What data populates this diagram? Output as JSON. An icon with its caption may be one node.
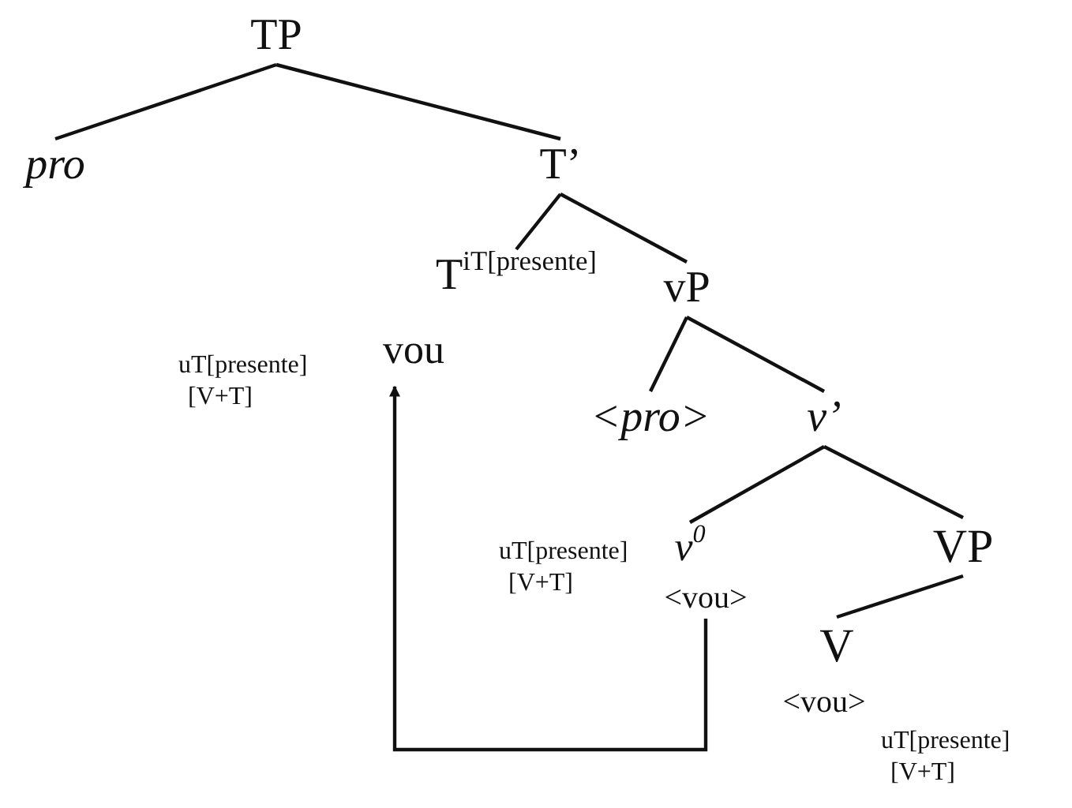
{
  "diagram": {
    "nodes": [
      {
        "text": [
          "TP"
        ]
      },
      {
        "text": [
          "*pro*"
        ]
      },
      {
        "text": [
          "T’"
        ]
      },
      {
        "text": [
          "T$^{iT[presente]}$"
        ]
      },
      {
        "text": [
          "vP"
        ]
      },
      {
        "text": [
          "vou"
        ],
        "beside": [
          "uT[presente]",
          "[V+T]"
        ]
      },
      {
        "text": [
          "<pro>"
        ]
      },
      {
        "text": [
          "v’"
        ]
      },
      {
        "text": [
          "v$^{0}$"
        ]
      },
      {
        "text": [
          "VP"
        ]
      },
      {
        "text": [
          "V"
        ]
      },
      {
        "text": [
          "<vou>"
        ],
        "beside": [
          "uT[presente]",
          "[V+T]"
        ]
      },
      {
        "text": [
          "<vou>"
        ],
        "beside": [
          "uT[presente]",
          "[V+T]"
        ]
      }
    ],
    "edges": [
      {
        "from": 0,
        "to": 1,
        "arrow": "none"
      },
      {
        "from": 0,
        "to": 2,
        "arrow": "none"
      },
      {
        "from": 2,
        "to": 3,
        "arrow": "none"
      },
      {
        "from": 2,
        "to": 4,
        "arrow": "none"
      },
      {
        "from": 4,
        "to": 6,
        "arrow": "none"
      },
      {
        "from": 4,
        "to": 7,
        "arrow": "none"
      },
      {
        "from": 7,
        "to": 8,
        "arrow": "none"
      },
      {
        "from": 7,
        "to": 9,
        "arrow": "none"
      },
      {
        "from": 9,
        "to": 10,
        "arrow": "none"
      },
      {
        "from": 11,
        "to": 5,
        "arrow": "to"
      }
    ]
  }
}
